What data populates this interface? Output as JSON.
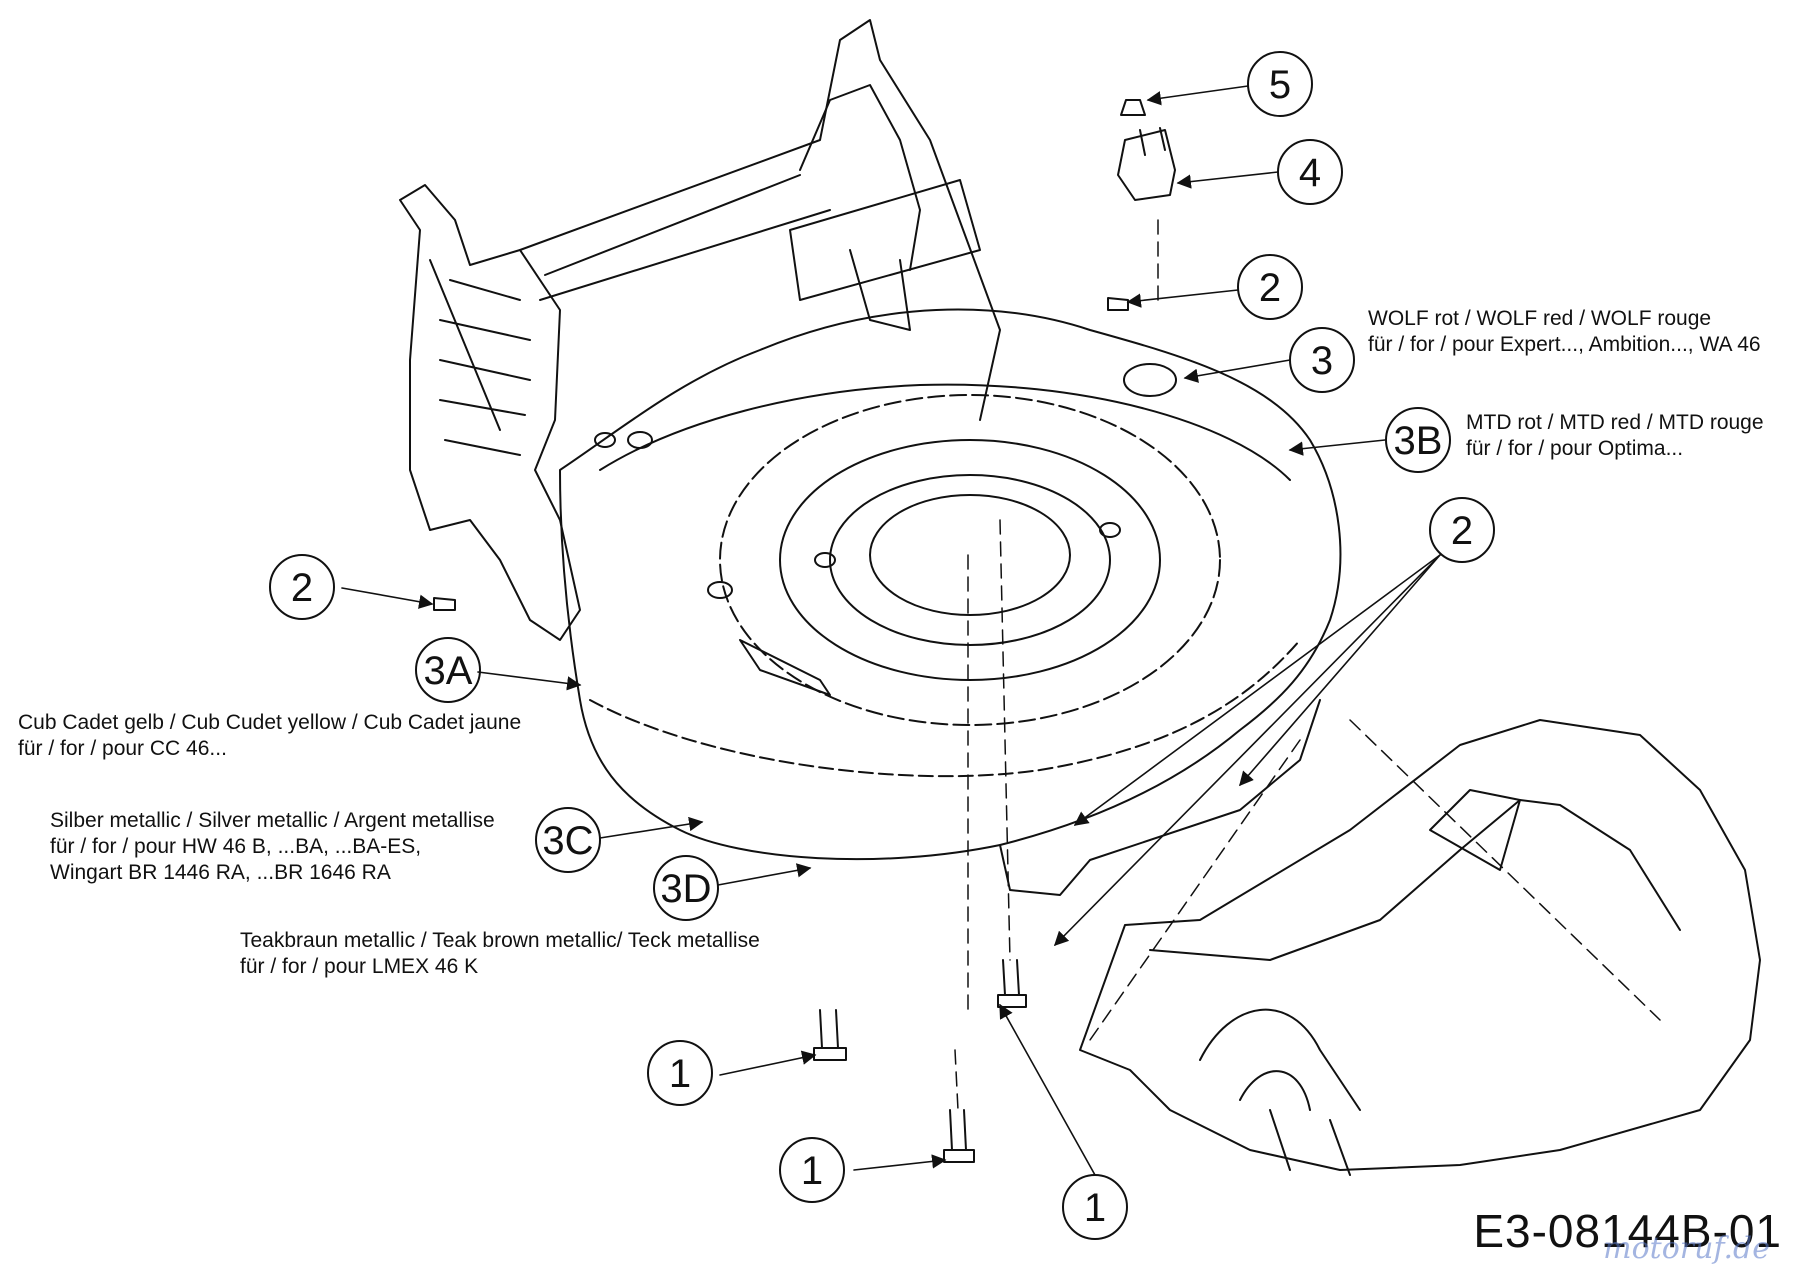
{
  "callouts": [
    {
      "id": "c5",
      "label": "5"
    },
    {
      "id": "c4",
      "label": "4"
    },
    {
      "id": "c2a",
      "label": "2"
    },
    {
      "id": "c3",
      "label": "3"
    },
    {
      "id": "c3b",
      "label": "3B"
    },
    {
      "id": "c2b",
      "label": "2"
    },
    {
      "id": "c2c",
      "label": "2"
    },
    {
      "id": "c3a",
      "label": "3A"
    },
    {
      "id": "c3c",
      "label": "3C"
    },
    {
      "id": "c3d",
      "label": "3D"
    },
    {
      "id": "c1a",
      "label": "1"
    },
    {
      "id": "c1b",
      "label": "1"
    },
    {
      "id": "c1c",
      "label": "1"
    }
  ],
  "notes": {
    "wolf_line1": "WOLF rot / WOLF red / WOLF rouge",
    "wolf_line2": "für / for / pour Expert..., Ambition..., WA 46",
    "mtd_line1": "MTD rot / MTD red / MTD rouge",
    "mtd_line2": "für / for / pour Optima...",
    "cub_line1": "Cub Cadet gelb / Cub Cudet yellow / Cub Cadet jaune",
    "cub_line2": "für / for / pour CC 46...",
    "silver_line1": "Silber metallic / Silver metallic / Argent metallise",
    "silver_line2": "für / for / pour HW 46 B, ...BA, ...BA-ES,",
    "silver_line3": "Wingart BR 1446 RA, ...BR 1646 RA",
    "teak_line1": "Teakbraun metallic / Teak brown metallic/ Teck metallise",
    "teak_line2": "für / for / pour LMEX 46 K"
  },
  "drawing_id": "E3-08144B-01",
  "watermark": "motoruf.de",
  "colors": {
    "line": "#111111",
    "background": "#ffffff",
    "watermark": "#5a78c8"
  }
}
